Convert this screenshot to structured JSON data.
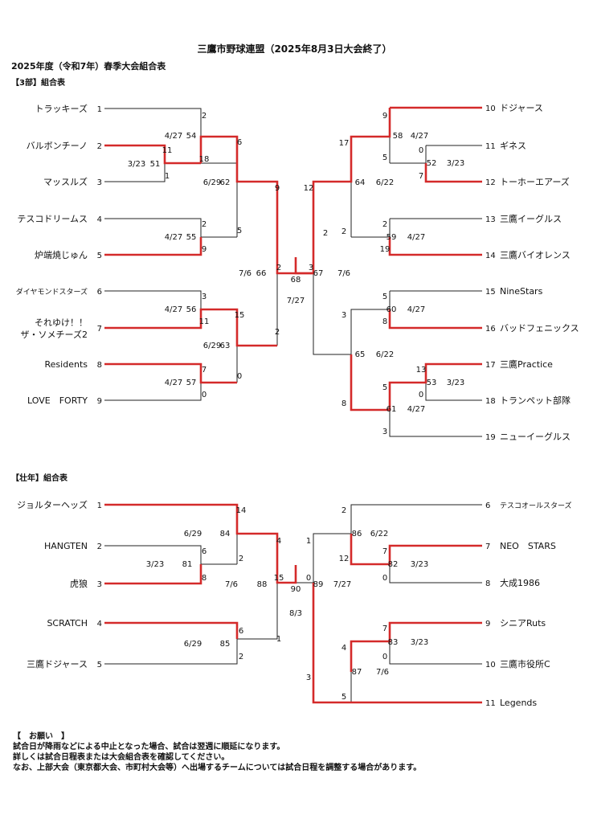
{
  "title": "三鷹市野球連盟（2025年8月3日大会終了）",
  "subtitle": "2025年度（令和7年）春季大会組合表",
  "colors": {
    "win": "#d42a2a",
    "line": "#222222"
  },
  "div3": {
    "label": "【3部】組合表",
    "teams": [
      {
        "num": "1",
        "name": "トラッキーズ"
      },
      {
        "num": "2",
        "name": "バルボンチーノ"
      },
      {
        "num": "3",
        "name": "マッスルズ"
      },
      {
        "num": "4",
        "name": "テスコドリームス"
      },
      {
        "num": "5",
        "name": "炉端焼じゅん"
      },
      {
        "num": "6",
        "name": "ダイヤモンドスターズ"
      },
      {
        "num": "7",
        "name": "それゆけ！！ ザ・ソメチーズ2"
      },
      {
        "num": "8",
        "name": "Residents"
      },
      {
        "num": "9",
        "name": "LOVE　FORTY"
      },
      {
        "num": "10",
        "name": "ドジャース"
      },
      {
        "num": "11",
        "name": "ギネス"
      },
      {
        "num": "12",
        "name": "トーホーエアーズ"
      },
      {
        "num": "13",
        "name": "三鷹イーグルス"
      },
      {
        "num": "14",
        "name": "三鷹バイオレンス"
      },
      {
        "num": "15",
        "name": "NineStars"
      },
      {
        "num": "16",
        "name": "バッドフェニックス"
      },
      {
        "num": "17",
        "name": "三鷹Practice"
      },
      {
        "num": "18",
        "name": "トランペット部隊"
      },
      {
        "num": "19",
        "name": "ニューイーグルス"
      }
    ],
    "games": [
      {
        "id": "51",
        "date": "3/23",
        "s1": "11",
        "s2": "1"
      },
      {
        "id": "54",
        "date": "4/27",
        "s1": "2",
        "s2": "18"
      },
      {
        "id": "55",
        "date": "4/27",
        "s1": "2",
        "s2": "9"
      },
      {
        "id": "56",
        "date": "4/27",
        "s1": "3",
        "s2": "11"
      },
      {
        "id": "57",
        "date": "4/27",
        "s1": "7",
        "s2": "0"
      },
      {
        "id": "62",
        "date": "6/29",
        "s1": "6",
        "s2": "5"
      },
      {
        "id": "63",
        "date": "6/29",
        "s1": "15",
        "s2": "0"
      },
      {
        "id": "66",
        "date": "7/6",
        "s1": "9",
        "s2": "2"
      },
      {
        "id": "68",
        "date": "7/27",
        "s1": "2",
        "s2": "3"
      },
      {
        "id": "67",
        "date": "7/6",
        "s1": "12",
        "s2": "2"
      },
      {
        "id": "64",
        "date": "6/22",
        "s1": "17",
        "s2": "2"
      },
      {
        "id": "65",
        "date": "6/22",
        "s1": "3",
        "s2": "8"
      },
      {
        "id": "58",
        "date": "4/27",
        "s1": "9",
        "s2": "5"
      },
      {
        "id": "52",
        "date": "3/23",
        "s1": "0",
        "s2": "7"
      },
      {
        "id": "59",
        "date": "4/27",
        "s1": "2",
        "s2": "19"
      },
      {
        "id": "60",
        "date": "4/27",
        "s1": "5",
        "s2": "8"
      },
      {
        "id": "53",
        "date": "3/23",
        "s1": "13",
        "s2": "0"
      },
      {
        "id": "61",
        "date": "4/27",
        "s1": "5",
        "s2": "3"
      }
    ]
  },
  "senior": {
    "label": "【壮年】組合表",
    "teams": [
      {
        "num": "1",
        "name": "ジョルターヘッズ"
      },
      {
        "num": "2",
        "name": "HANGTEN"
      },
      {
        "num": "3",
        "name": "虎狼"
      },
      {
        "num": "4",
        "name": "SCRATCH"
      },
      {
        "num": "5",
        "name": "三鷹ドジャース"
      },
      {
        "num": "6",
        "name": "テスコオールスターズ"
      },
      {
        "num": "7",
        "name": "NEO　STARS"
      },
      {
        "num": "8",
        "name": "大成1986"
      },
      {
        "num": "9",
        "name": "シニアRuts"
      },
      {
        "num": "10",
        "name": "三鷹市役所C"
      },
      {
        "num": "11",
        "name": "Legends"
      }
    ],
    "games": [
      {
        "id": "81",
        "date": "3/23",
        "s1": "6",
        "s2": "8"
      },
      {
        "id": "84",
        "date": "6/29",
        "s1": "14",
        "s2": "2"
      },
      {
        "id": "85",
        "date": "6/29",
        "s1": "6",
        "s2": "2"
      },
      {
        "id": "88",
        "date": "7/6",
        "s1": "4",
        "s2": "1"
      },
      {
        "id": "90",
        "date": "8/3",
        "s1": "15",
        "s2": "0"
      },
      {
        "id": "89",
        "date": "7/27",
        "s1": "1",
        "s2": "3"
      },
      {
        "id": "86",
        "date": "6/22",
        "s1": "2",
        "s2": "12"
      },
      {
        "id": "82",
        "date": "3/23",
        "s1": "7",
        "s2": "0"
      },
      {
        "id": "83",
        "date": "3/23",
        "s1": "7",
        "s2": "0"
      },
      {
        "id": "87",
        "date": "7/6",
        "s1": "4",
        "s2": "5"
      }
    ]
  },
  "notes": {
    "heading": "【　お願い　】",
    "lines": [
      "試合日が降雨などによる中止となった場合、試合は翌週に順延になります。",
      "詳しくは試合日程表または大会組合表を確認してください。",
      "なお、上部大会（東京都大会、市町村大会等）へ出場するチームについては試合日程を調整する場合があります。"
    ]
  }
}
